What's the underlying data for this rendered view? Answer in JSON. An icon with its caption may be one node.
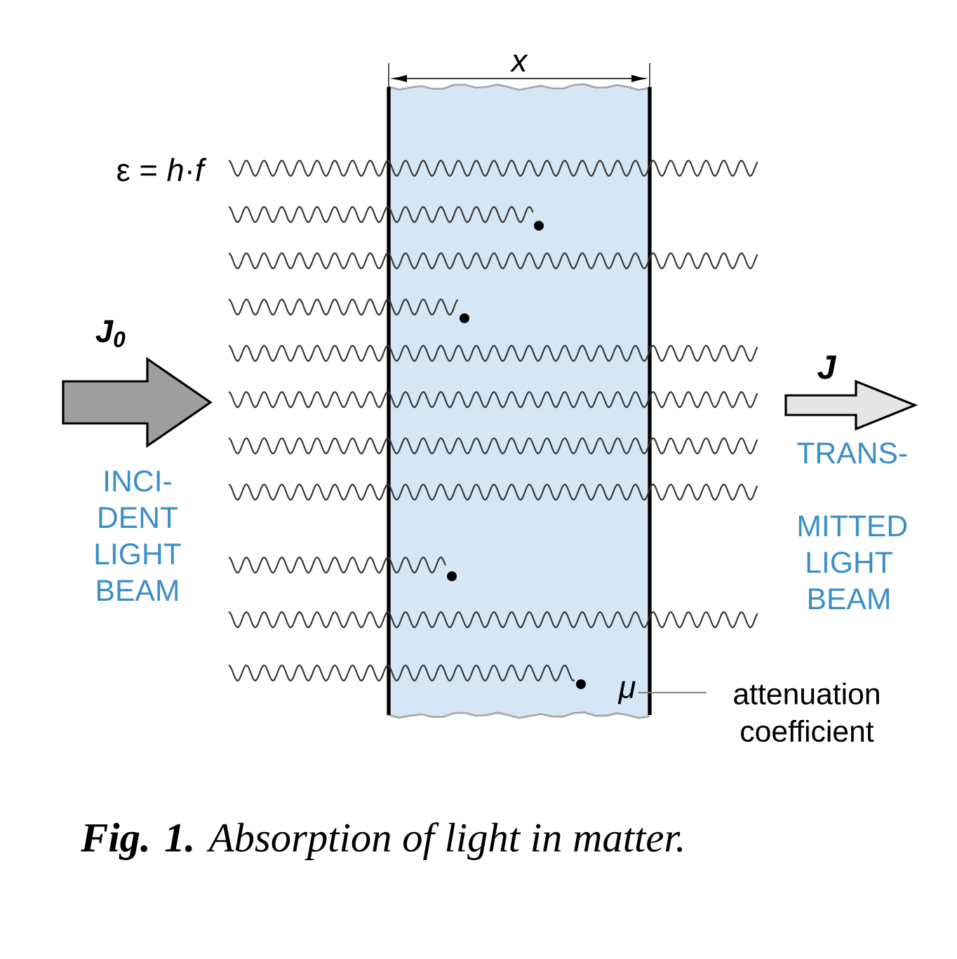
{
  "diagram": {
    "caption": "**Fig. 1.** Absorption of light in matter.",
    "nodes": [
      {
        "text": [
          "μ"
        ]
      },
      {
        "text": [
          "attenuation coefficient"
        ]
      }
    ],
    "edges": [
      {
        "from": 1,
        "to": 0,
        "arrow": "none"
      }
    ],
    "labels": [
      "x",
      "ε = *h*·*f*",
      "J$_{0}$",
      "J",
      "INCI- DENT LIGHT BEAM",
      "TRANS- MITTED LIGHT BEAM"
    ]
  }
}
